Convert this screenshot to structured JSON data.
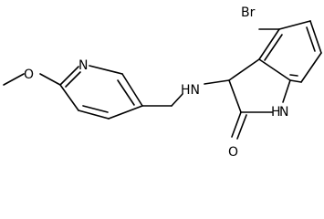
{
  "structure": {
    "atoms": [
      {
        "id": "br",
        "text": "Br"
      },
      {
        "id": "hn-amine",
        "text": "HN"
      },
      {
        "id": "pyridine-n",
        "text": "N"
      },
      {
        "id": "methoxy-o",
        "text": "O"
      },
      {
        "id": "lactam-nh",
        "text": "H"
      },
      {
        "id": "lactam-n",
        "text": "N"
      },
      {
        "id": "carbonyl-o",
        "text": "O"
      }
    ]
  },
  "colors": {
    "bond": "#000000",
    "background": "#ffffff"
  }
}
